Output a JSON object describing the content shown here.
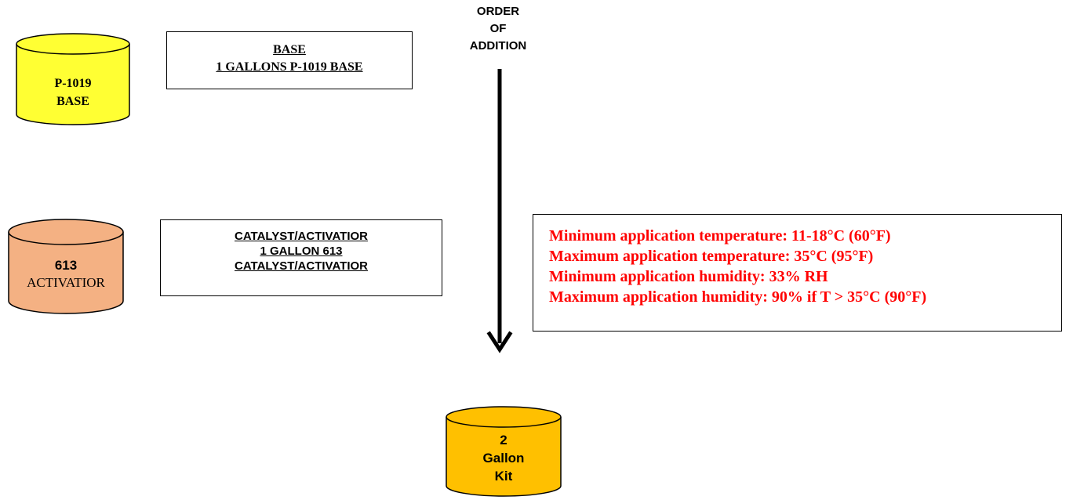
{
  "order_label": [
    "ORDER",
    "OF",
    "ADDITION"
  ],
  "base_drum": {
    "lines": [
      "P-1019",
      "BASE"
    ],
    "color": "#ffff33"
  },
  "base_box": {
    "lines": [
      "BASE",
      "1 GALLONS P-1019 BASE"
    ]
  },
  "activator_drum": {
    "line1": "613",
    "line2": "ACTIVATIOR",
    "color": "#f4b183"
  },
  "activator_box": {
    "lines": [
      "CATALYST/ACTIVATIOR",
      "1 GALLON 613",
      "CATALYST/ACTIVATIOR"
    ]
  },
  "kit_drum": {
    "lines": [
      "2",
      "Gallon",
      "Kit"
    ],
    "color": "#ffc000"
  },
  "requirements": [
    "Minimum application temperature: 11-18°C (60°F)",
    "Maximum application temperature: 35°C (95°F)",
    "Minimum application humidity: 33% RH",
    "Maximum application humidity: 90% if T > 35°C (90°F)"
  ],
  "requirements_color": "#ff0000"
}
